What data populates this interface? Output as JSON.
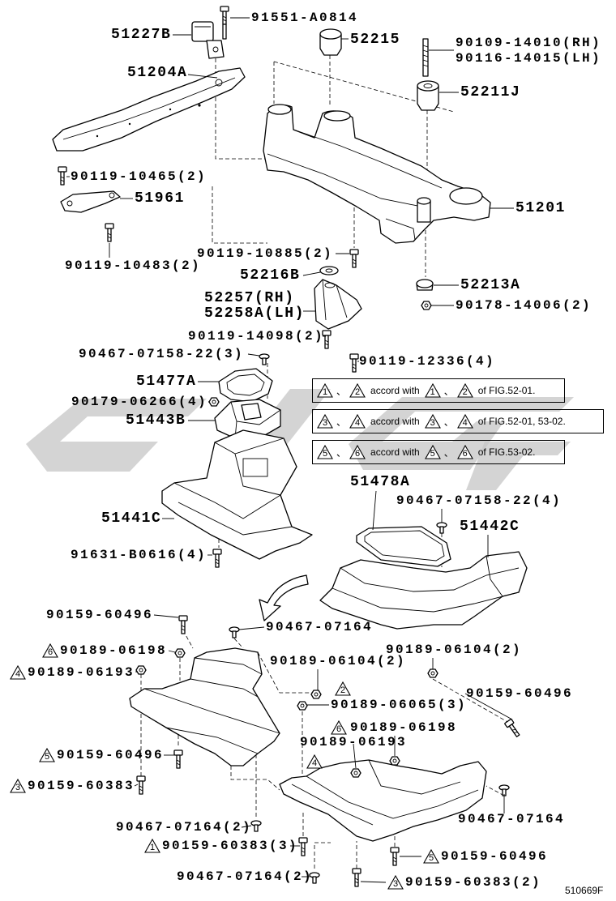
{
  "colors": {
    "line": "#000000",
    "watermark": "#c6c6c6",
    "background": "#ffffff"
  },
  "figure_code": "510669F",
  "labels": [
    {
      "text": "91551-A0814"
    },
    {
      "text": "51227B"
    },
    {
      "text": "52215"
    },
    {
      "text": "90109-14010(RH)"
    },
    {
      "text": "90116-14015(LH)"
    },
    {
      "text": "51204A"
    },
    {
      "text": "52211J"
    },
    {
      "text": "90119-10465(2)"
    },
    {
      "text": "51961"
    },
    {
      "text": "51201"
    },
    {
      "text": "90119-10885(2)"
    },
    {
      "text": "90119-10483(2)"
    },
    {
      "text": "52216B"
    },
    {
      "text": "52213A"
    },
    {
      "text": "52257(RH)"
    },
    {
      "text": "52258A(LH)"
    },
    {
      "text": "90178-14006(2)"
    },
    {
      "text": "90119-14098(2)"
    },
    {
      "text": "90467-07158-22(3)"
    },
    {
      "text": "90119-12336(4)"
    },
    {
      "text": "51477A"
    },
    {
      "text": "90179-06266(4)"
    },
    {
      "text": "51443B"
    },
    {
      "text": "51478A"
    },
    {
      "text": "90467-07158-22(4)"
    },
    {
      "text": "51441C"
    },
    {
      "text": "51442C"
    },
    {
      "text": "91631-B0616(4)"
    },
    {
      "text": "90159-60496"
    },
    {
      "text": "90467-07164"
    },
    {
      "ref": "6",
      "text": "90189-06198"
    },
    {
      "text": "90189-06104(2)"
    },
    {
      "text": "90189-06104(2)"
    },
    {
      "ref": "4",
      "text": "90189-06193"
    },
    {
      "ref": "2",
      "text": "90189-06065(3)"
    },
    {
      "text": "90159-60496"
    },
    {
      "ref": "6",
      "text": "90189-06198"
    },
    {
      "ref": "4",
      "text": "90189-06193"
    },
    {
      "ref": "5",
      "text": "90159-60496"
    },
    {
      "ref": "3",
      "text": "90159-60383"
    },
    {
      "text": "90467-07164"
    },
    {
      "text": "90467-07164(2)"
    },
    {
      "ref": "1",
      "text": "90159-60383(3)"
    },
    {
      "ref": "5",
      "text": "90159-60496"
    },
    {
      "text": "90467-07164(2)"
    },
    {
      "ref": "3",
      "text": "90159-60383(2)"
    }
  ],
  "notes": [
    {
      "ref_a1": "1",
      "sep": "、",
      "ref_a2": "2",
      "middle": "accord with",
      "ref_b1": "1",
      "ref_b2": "2",
      "suffix": "of FIG.52-01."
    },
    {
      "ref_a1": "3",
      "sep": "、",
      "ref_a2": "4",
      "middle": "accord with",
      "ref_b1": "3",
      "ref_b2": "4",
      "suffix": "of FIG.52-01, 53-02."
    },
    {
      "ref_a1": "5",
      "sep": "、",
      "ref_a2": "6",
      "middle": "accord with",
      "ref_b1": "5",
      "ref_b2": "6",
      "suffix": "of FIG.53-02."
    }
  ]
}
